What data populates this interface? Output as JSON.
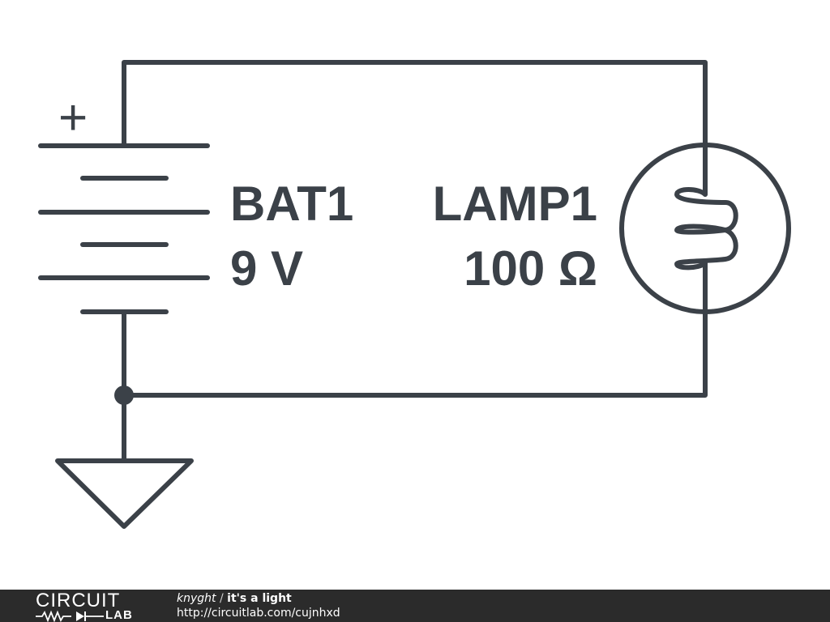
{
  "schematic": {
    "battery": {
      "designator": "BAT1",
      "value": "9 V",
      "polarity_mark": "+"
    },
    "lamp": {
      "designator": "LAMP1",
      "value": "100 Ω"
    },
    "ground_symbol": "ground-icon",
    "stroke_color": "#3b4148"
  },
  "footer": {
    "logo_top": "CIRCUIT",
    "logo_bottom": "LAB",
    "author": "knyght",
    "separator": "/",
    "title": "it's a light",
    "url": "http://circuitlab.com/cujnhxd",
    "background_color": "#2b2b2b"
  }
}
